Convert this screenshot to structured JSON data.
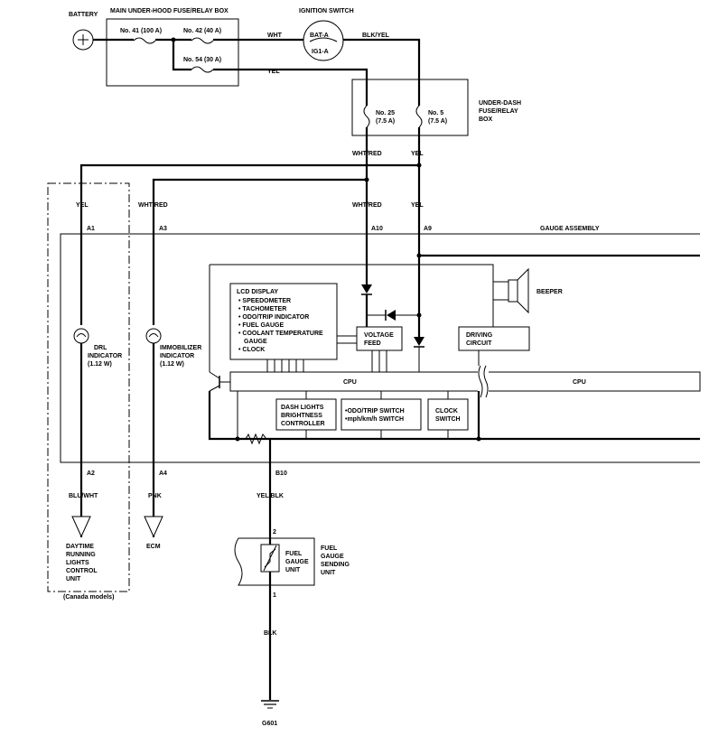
{
  "battery": {
    "label": "BATTERY"
  },
  "underhood_box": {
    "title": "MAIN UNDER-HOOD FUSE/RELAY BOX",
    "fuse_41": "No. 41 (100 A)",
    "fuse_42": "No. 42 (40 A)",
    "fuse_54": "No. 54 (30 A)"
  },
  "ignition": {
    "title": "IGNITION SWITCH",
    "bat": "BAT-A",
    "ig": "IG1-A"
  },
  "underdash_box": {
    "title_l1": "UNDER-DASH",
    "title_l2": "FUSE/RELAY",
    "title_l3": "BOX",
    "fuse_25_l1": "No. 25",
    "fuse_25_l2": "(7.5 A)",
    "fuse_5_l1": "No. 5",
    "fuse_5_l2": "(7.5 A)"
  },
  "wires": {
    "wht": "WHT",
    "blk_yel": "BLK/YEL",
    "yel": "YEL",
    "wht_red": "WHT/RED",
    "blu_wht": "BLU/WHT",
    "pnk": "PNK",
    "yel_blk": "YEL/BLK",
    "blk": "BLK"
  },
  "connectors": {
    "a1": "A1",
    "a3": "A3",
    "a10": "A10",
    "a9": "A9",
    "a2": "A2",
    "a4": "A4",
    "b10": "B10",
    "pin2": "2",
    "pin1": "1"
  },
  "gauge_assembly": {
    "title": "GAUGE ASSEMBLY"
  },
  "lcd": {
    "title": "LCD DISPLAY",
    "items": [
      "SPEEDOMETER",
      "TACHOMETER",
      "ODO/TRIP INDICATOR",
      "FUEL GAUGE",
      "COOLANT TEMPERATURE",
      "CLOCK"
    ],
    "gauge_cont": "GAUGE"
  },
  "beeper": {
    "label": "BEEPER"
  },
  "voltage_feed": {
    "l1": "VOLTAGE",
    "l2": "FEED"
  },
  "driving_circuit": {
    "l1": "DRIVING",
    "l2": "CIRCUIT"
  },
  "cpu": {
    "label": "CPU",
    "label_right": "CPU"
  },
  "dash_lights": {
    "l1": "DASH LIGHTS",
    "l2": "BRIGHTNESS",
    "l3": "CONTROLLER"
  },
  "odo_switch": {
    "l1": "ODO/TRIP SWITCH",
    "l2": "mph/km/h SWITCH"
  },
  "clock_switch": {
    "l1": "CLOCK",
    "l2": "SWITCH"
  },
  "drl": {
    "l1": "DRL",
    "l2": "INDICATOR",
    "l3": "(1.12 W)"
  },
  "immobilizer": {
    "l1": "IMMOBILIZER",
    "l2": "INDICATOR",
    "l3": "(1.12 W)"
  },
  "drl_unit": {
    "l1": "DAYTIME",
    "l2": "RUNNING",
    "l3": "LIGHTS",
    "l4": "CONTROL",
    "l5": "UNIT"
  },
  "canada": {
    "label": "(Canada models)"
  },
  "ecm": {
    "label": "ECM"
  },
  "fuel_gauge": {
    "unit_l1": "FUEL",
    "unit_l2": "GAUGE",
    "unit_l3": "UNIT",
    "sender_l1": "FUEL",
    "sender_l2": "GAUGE",
    "sender_l3": "SENDING",
    "sender_l4": "UNIT"
  },
  "ground": {
    "label": "G601"
  }
}
